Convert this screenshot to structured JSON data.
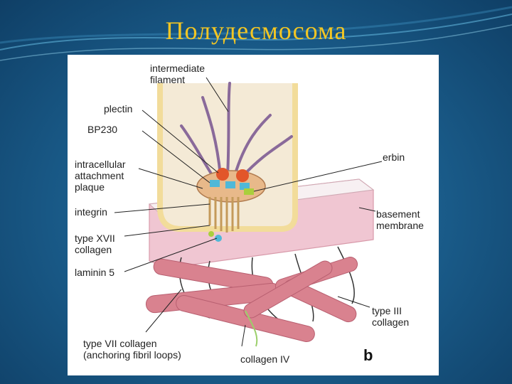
{
  "slide": {
    "title": "Полудесмосома"
  },
  "diagram": {
    "labels": {
      "intermediate_filament_1": "intermediate",
      "intermediate_filament_2": "filament",
      "plectin": "plectin",
      "bp230": "BP230",
      "plaque_1": "intracellular",
      "plaque_2": "attachment",
      "plaque_3": "plaque",
      "integrin": "integrin",
      "type17_1": "type XVII",
      "type17_2": "collagen",
      "laminin5": "laminin 5",
      "type7_1": "type VII collagen",
      "type7_2": "(anchoring fibril loops)",
      "collagen4": "collagen IV",
      "erbin": "erbin",
      "basement_1": "basement",
      "basement_2": "membrane",
      "type3_1": "type III",
      "type3_2": "collagen",
      "panel_letter": "b"
    },
    "colors": {
      "title": "#f3c623",
      "cell": "#f4ead6",
      "membrane": "#f2dc9a",
      "basement": "#f0c6d2",
      "fibrils": "#d9828f",
      "filament": "#8a6a9a",
      "plectin": "#e2562a",
      "bp230": "#4fb8d8",
      "erbin": "#a9cf3c"
    }
  }
}
